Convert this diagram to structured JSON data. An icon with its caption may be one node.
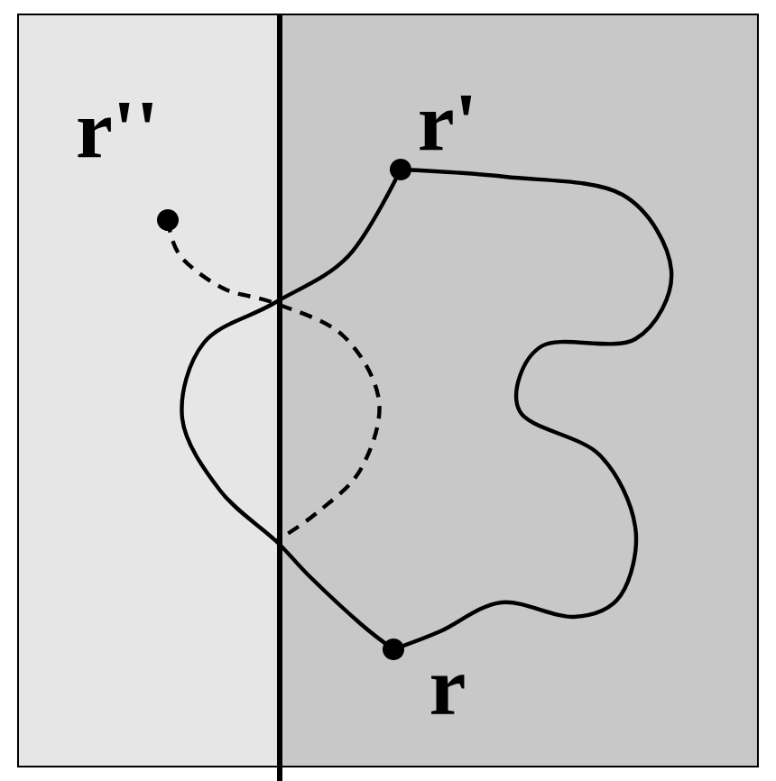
{
  "diagram": {
    "nodes": [
      {
        "text": [],
        "shape": "circle",
        "beside": [
          "r''"
        ]
      },
      {
        "text": [],
        "shape": "circle",
        "beside": [
          "r'"
        ]
      },
      {
        "text": [],
        "shape": "circle",
        "beside": [
          "r"
        ]
      }
    ],
    "edges": [
      {
        "from": 2,
        "to": 1,
        "arrow": "none"
      },
      {
        "from": 1,
        "to": 2,
        "arrow": "none"
      },
      {
        "from": 0,
        "to": null,
        "arrow": "none",
        "style": "dashed"
      }
    ]
  }
}
